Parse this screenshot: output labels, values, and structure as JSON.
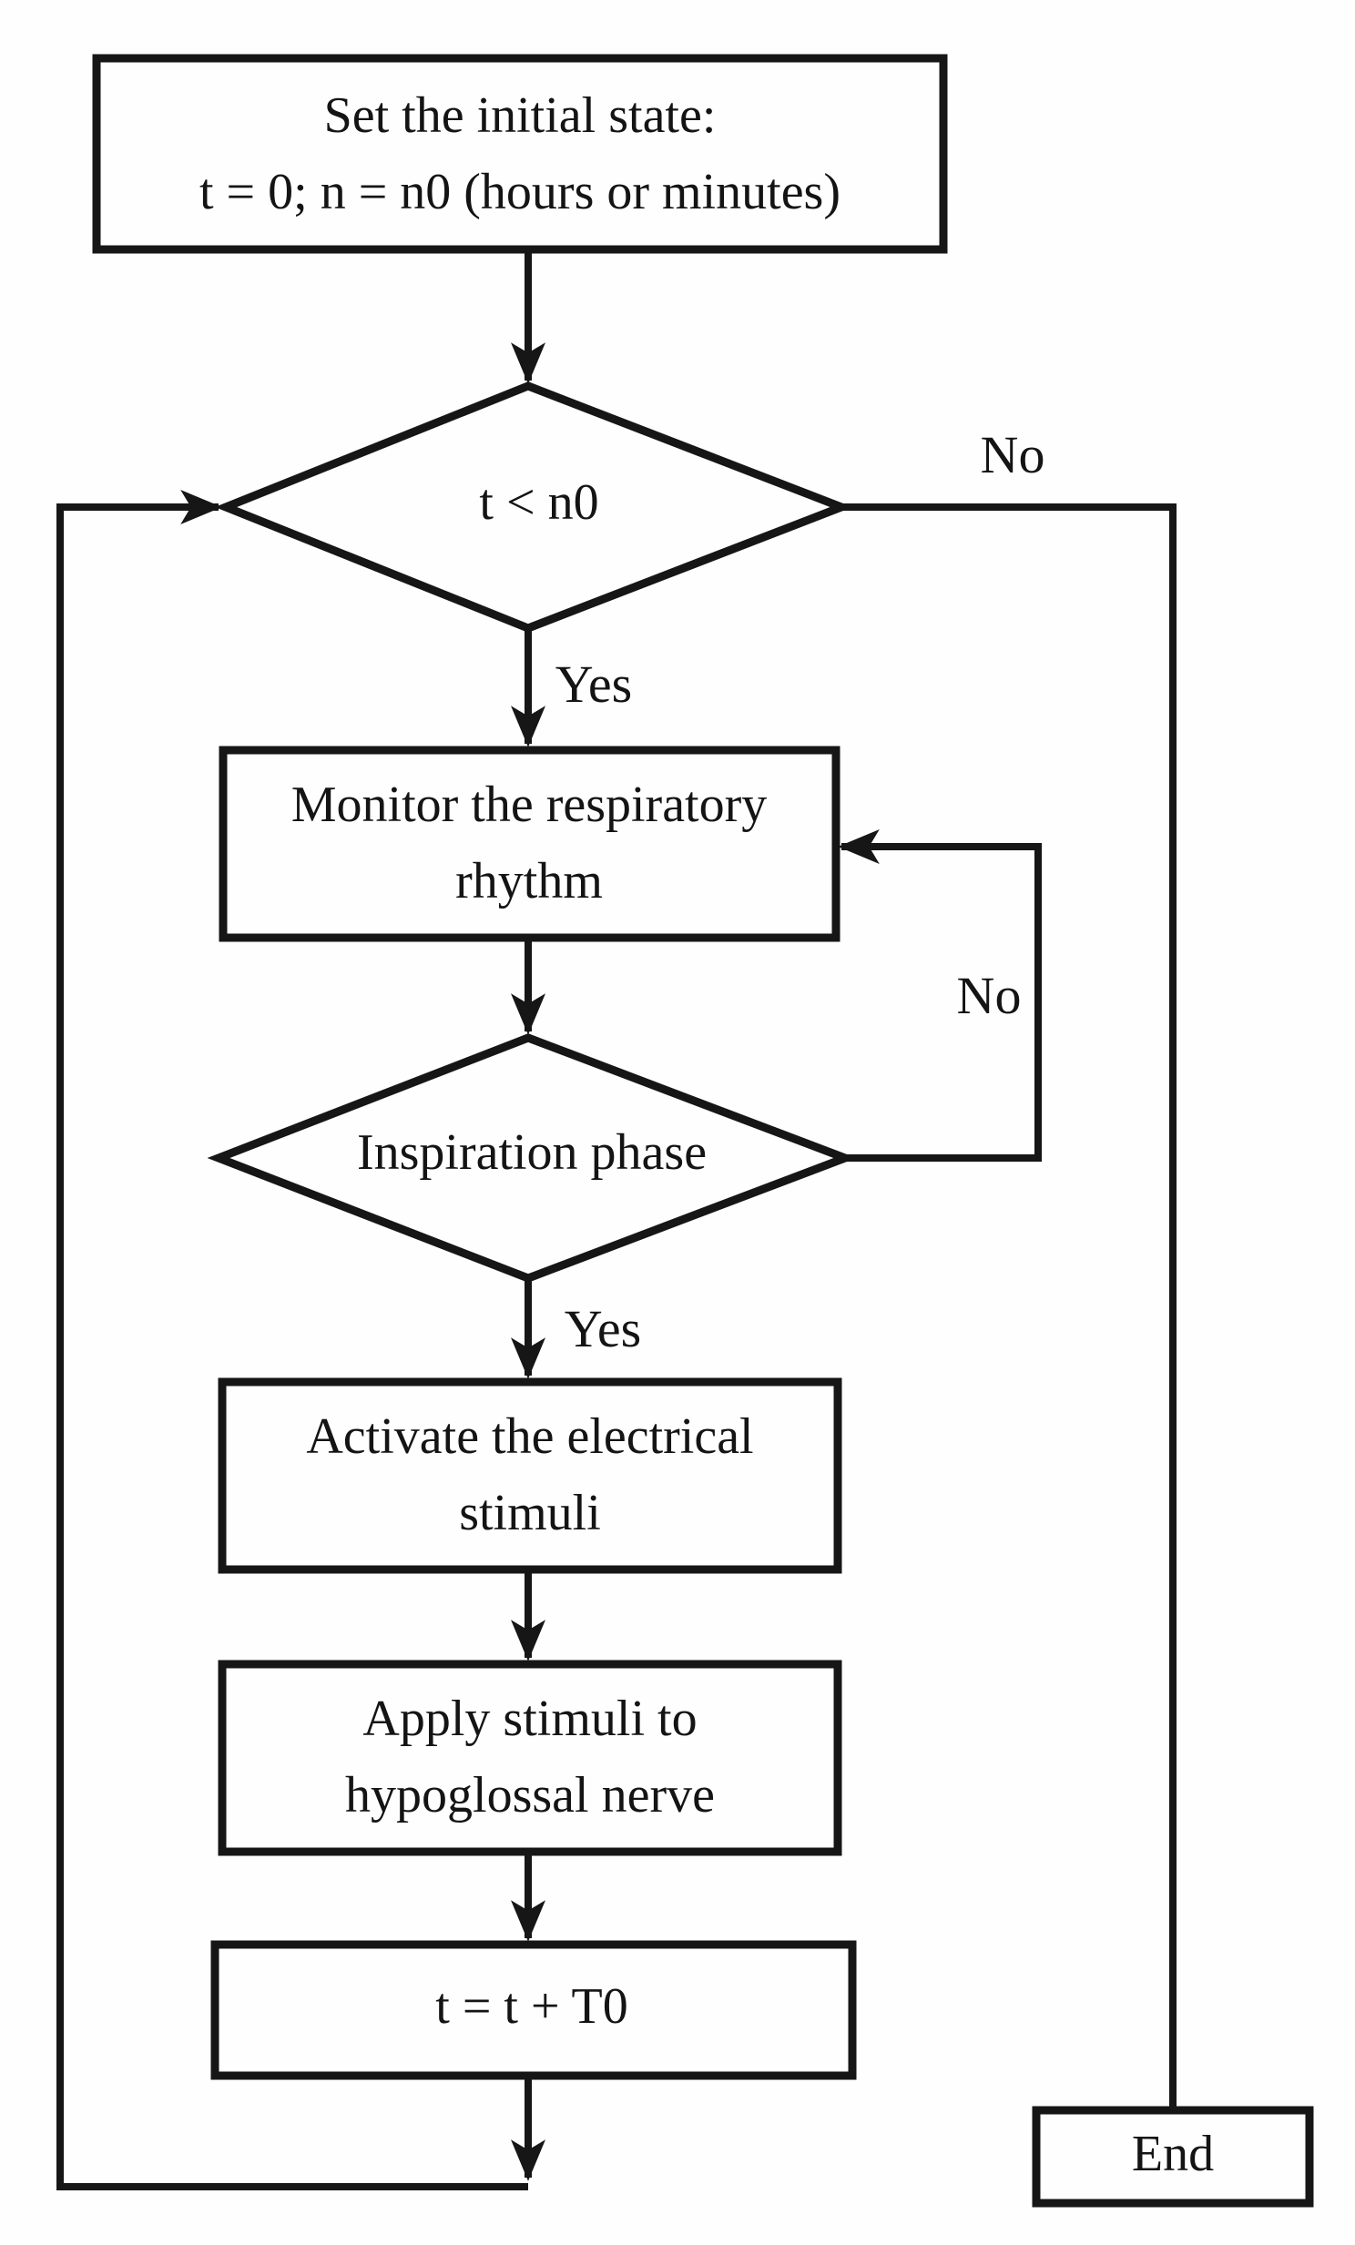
{
  "flowchart": {
    "nodes": {
      "start": {
        "label": "Set the initial state:\nt = 0; n = n0 (hours or minutes)"
      },
      "decision_outer": {
        "label": "t < n0"
      },
      "monitor": {
        "label": "Monitor the respiratory\nrhythm"
      },
      "decision_inspiration": {
        "label": "Inspiration phase"
      },
      "activate": {
        "label": "Activate the electrical\nstimuli"
      },
      "apply": {
        "label": "Apply stimuli to\nhypoglossal nerve"
      },
      "increment": {
        "label": "t = t + T0"
      },
      "end": {
        "label": "End"
      }
    },
    "edge_labels": {
      "outer_no": "No",
      "outer_yes": "Yes",
      "inner_no": "No",
      "inner_yes": "Yes"
    },
    "colors": {
      "stroke": "#161616",
      "background": "#fefefe",
      "text": "#141414"
    }
  }
}
